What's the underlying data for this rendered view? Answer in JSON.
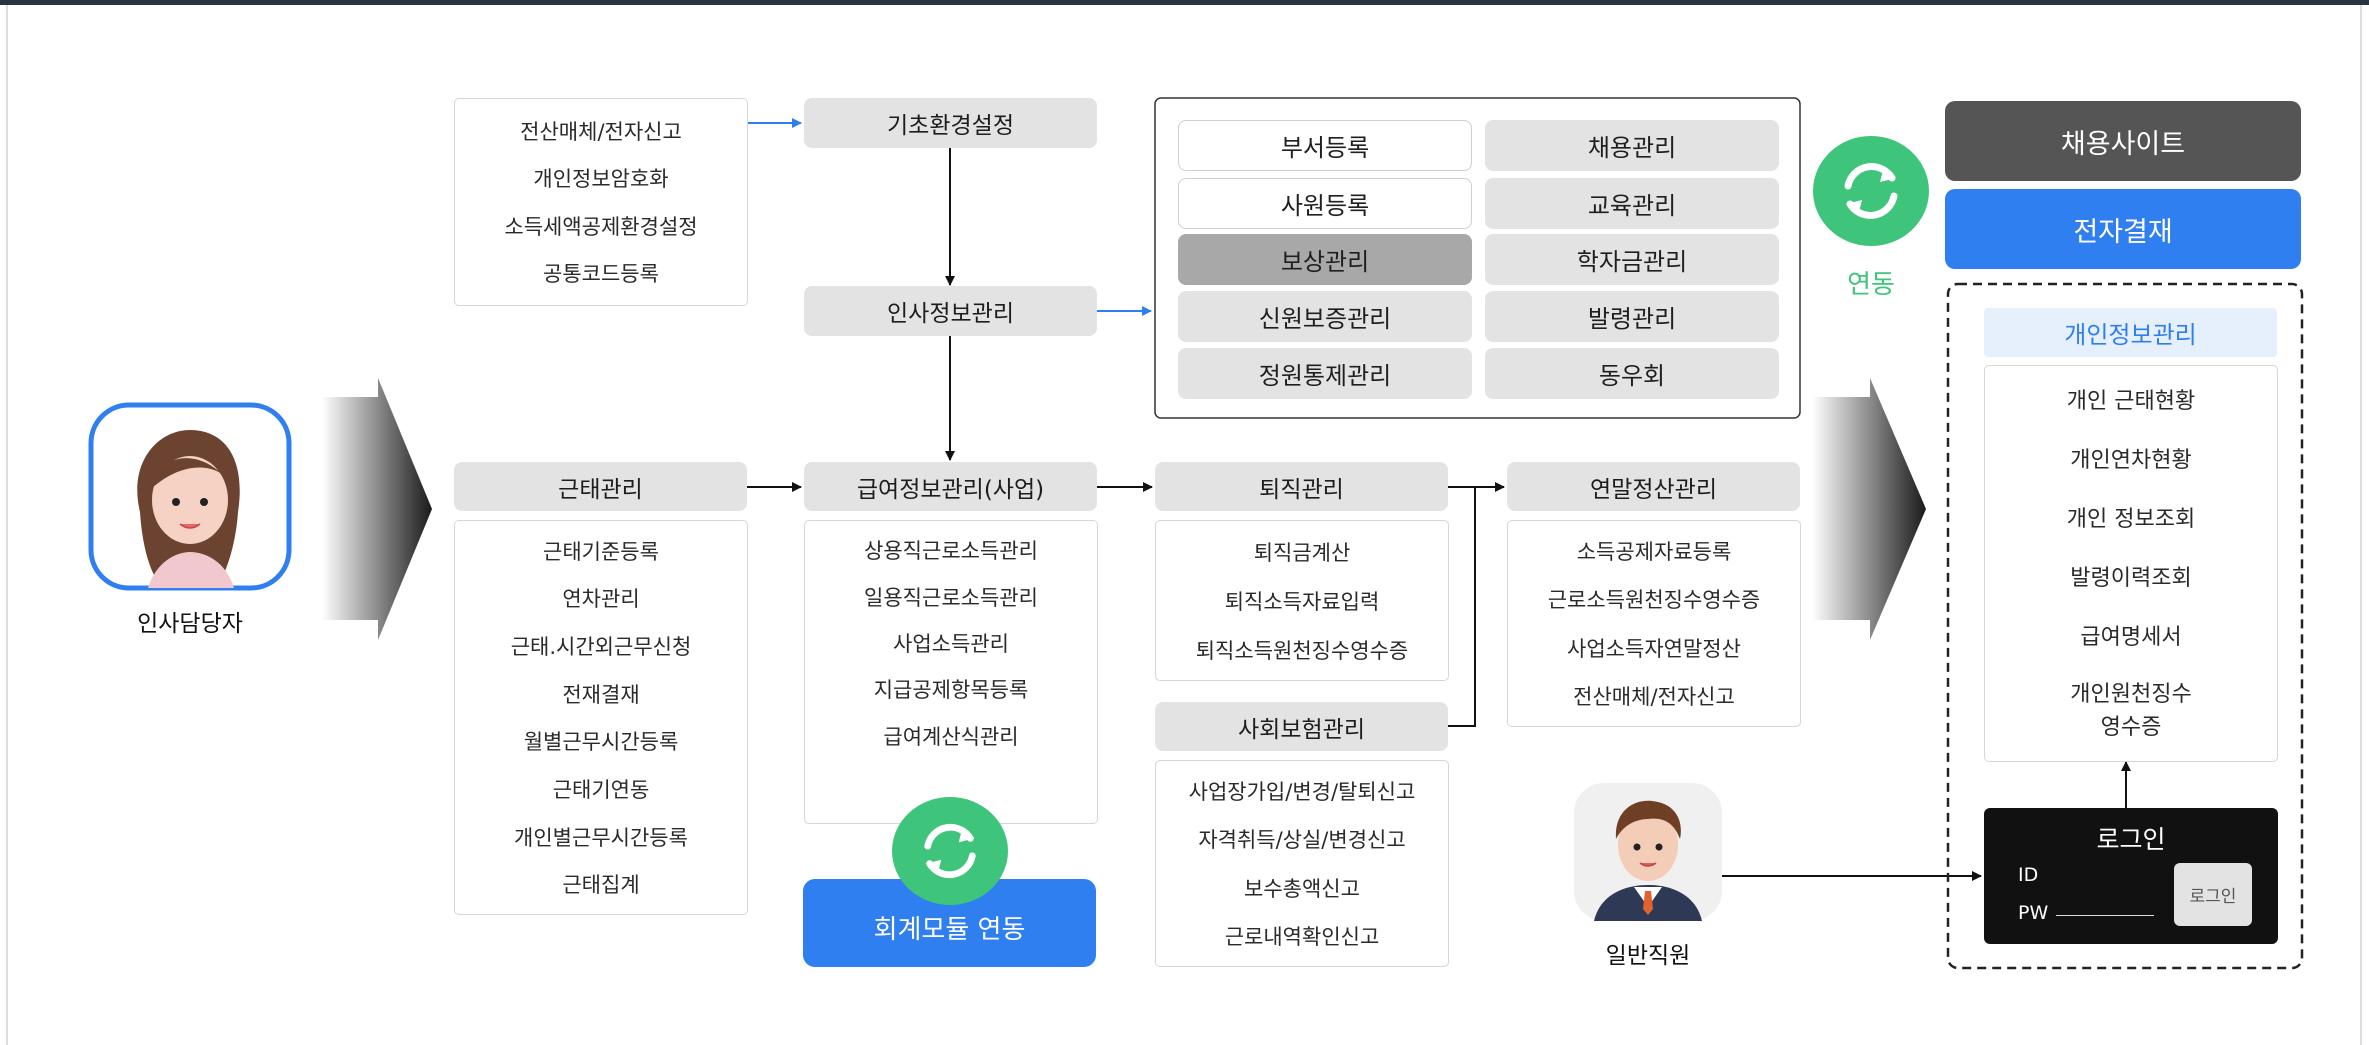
{
  "hr_manager": {
    "label": "인사담당자"
  },
  "employee": {
    "label": "일반직원"
  },
  "env_list": [
    "전산매체/전자신고",
    "개인정보암호화",
    "소득세액공제환경설정",
    "공통코드등록"
  ],
  "basic_env": "기초환경설정",
  "hr_info": "인사정보관리",
  "hr_modules": [
    [
      "부서등록",
      "채용관리"
    ],
    [
      "사원등록",
      "교육관리"
    ],
    [
      "보상관리",
      "학자금관리"
    ],
    [
      "신원보증관리",
      "발령관리"
    ],
    [
      "정원통제관리",
      "동우회"
    ]
  ],
  "attendance": {
    "title": "근태관리",
    "items": [
      "근태기준등록",
      "연차관리",
      "근태.시간외근무신청",
      "전재결재",
      "월별근무시간등록",
      "근태기연동",
      "개인별근무시간등록",
      "근태집계"
    ]
  },
  "payroll": {
    "title": "급여정보관리(사업)",
    "items": [
      "상용직근로소득관리",
      "일용직근로소득관리",
      "사업소득관리",
      "지급공제항목등록",
      "급여계산식관리"
    ]
  },
  "accounting": "회계모듈 연동",
  "retirement": {
    "title": "퇴직관리",
    "items": [
      "퇴직금계산",
      "퇴직소득자료입력",
      "퇴직소득원천징수영수증"
    ]
  },
  "insurance": {
    "title": "사회보험관리",
    "items": [
      "사업장가입/변경/탈퇴신고",
      "자격취득/상실/변경신고",
      "보수총액신고",
      "근로내역확인신고"
    ]
  },
  "year_end": {
    "title": "연말정산관리",
    "items": [
      "소득공제자료등록",
      "근로소득원천징수영수증",
      "사업소득자연말정산",
      "전산매체/전자신고"
    ]
  },
  "link_label": "연동",
  "recruit_site": "채용사이트",
  "e_approval": "전자결재",
  "personal": {
    "title": "개인정보관리",
    "items": [
      "개인 근태현황",
      "개인연차현황",
      "개인 정보조회",
      "발령이력조회",
      "급여명세서",
      "개인원천징수\n영수증"
    ]
  },
  "login": {
    "title": "로그인",
    "id_label": "ID",
    "pw_label": "PW",
    "button": "로그인"
  },
  "colors": {
    "blue": "#2f7ff0",
    "green": "#3ec57b",
    "dark_grey": "#555555",
    "light_grey": "#e3e3e3",
    "mid_grey": "#a8a8a8",
    "black": "#111111",
    "personal_title_bg": "#e6f0fd"
  }
}
